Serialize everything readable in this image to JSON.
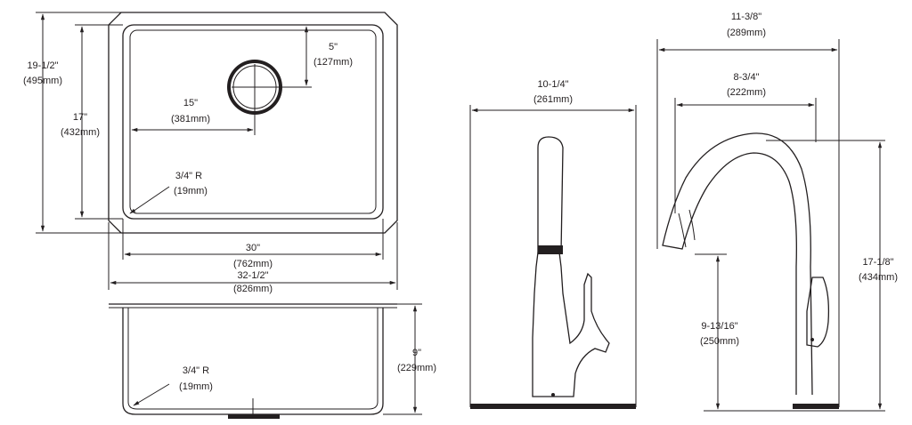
{
  "colors": {
    "line": "#231f20",
    "background": "#ffffff"
  },
  "sink_top": {
    "overall_height": {
      "in": "19-1/2\"",
      "mm": "(495mm)"
    },
    "bowl_height": {
      "in": "17\"",
      "mm": "(432mm)"
    },
    "drain_offset_top": {
      "in": "5\"",
      "mm": "(127mm)"
    },
    "drain_offset_left": {
      "in": "15\"",
      "mm": "(381mm)"
    },
    "corner_radius": {
      "in": "3/4\" R",
      "mm": "(19mm)"
    },
    "bowl_width": {
      "in": "30\"",
      "mm": "(762mm)"
    },
    "overall_width": {
      "in": "32-1/2\"",
      "mm": "(826mm)"
    }
  },
  "sink_side": {
    "depth": {
      "in": "9\"",
      "mm": "(229mm)"
    },
    "corner_radius": {
      "in": "3/4\" R",
      "mm": "(19mm)"
    }
  },
  "faucet_front": {
    "width": {
      "in": "10-1/4\"",
      "mm": "(261mm)"
    }
  },
  "faucet_side": {
    "overall_reach": {
      "in": "11-3/8\"",
      "mm": "(289mm)"
    },
    "spout_reach": {
      "in": "8-3/4\"",
      "mm": "(222mm)"
    },
    "overall_height": {
      "in": "17-1/8\"",
      "mm": "(434mm)"
    },
    "spout_height": {
      "in": "9-13/16\"",
      "mm": "(250mm)"
    }
  }
}
